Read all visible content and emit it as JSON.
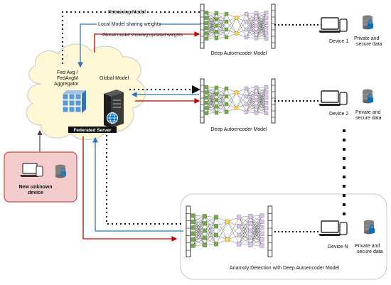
{
  "arrows": {
    "retraining": "Retraining Model",
    "local_sharing": "Local Model sharing weights",
    "global_updated": "Global model showing updated weights"
  },
  "cloud": {
    "aggregator_line1": "Fed Avg /",
    "aggregator_line2": "FedAvgM",
    "aggregator_line3": "Aggregator",
    "global_model": "Global Model",
    "server_label": "Federated Server"
  },
  "models": {
    "top": "Deep Autoencoder Model",
    "middle": "Deep Autoencoder Model",
    "bottom": "Anamoly Detection with Deep  Autoencoder Model"
  },
  "devices": [
    {
      "name": "Device 1",
      "data_line1": "Private and",
      "data_line2": "secure data"
    },
    {
      "name": "Device 2",
      "data_line1": "Private and",
      "data_line2": "secure data"
    },
    {
      "name": "Device N",
      "data_line1": "Private and",
      "data_line2": "secure data"
    }
  ],
  "new_device": {
    "line1": "New unknown",
    "line2": "device"
  },
  "colors": {
    "blue_arrow": "#2e75b6",
    "red_arrow": "#c00000",
    "encoder_green": "#70ad47",
    "decoder_lilac": "#d9c3e9",
    "bottleneck_yellow": "#ffd84a",
    "new_device_fill": "#f4cccc",
    "new_device_border": "#c0504d",
    "cloud_fill": "#fff8d6",
    "server_blue": "#0070c0"
  }
}
